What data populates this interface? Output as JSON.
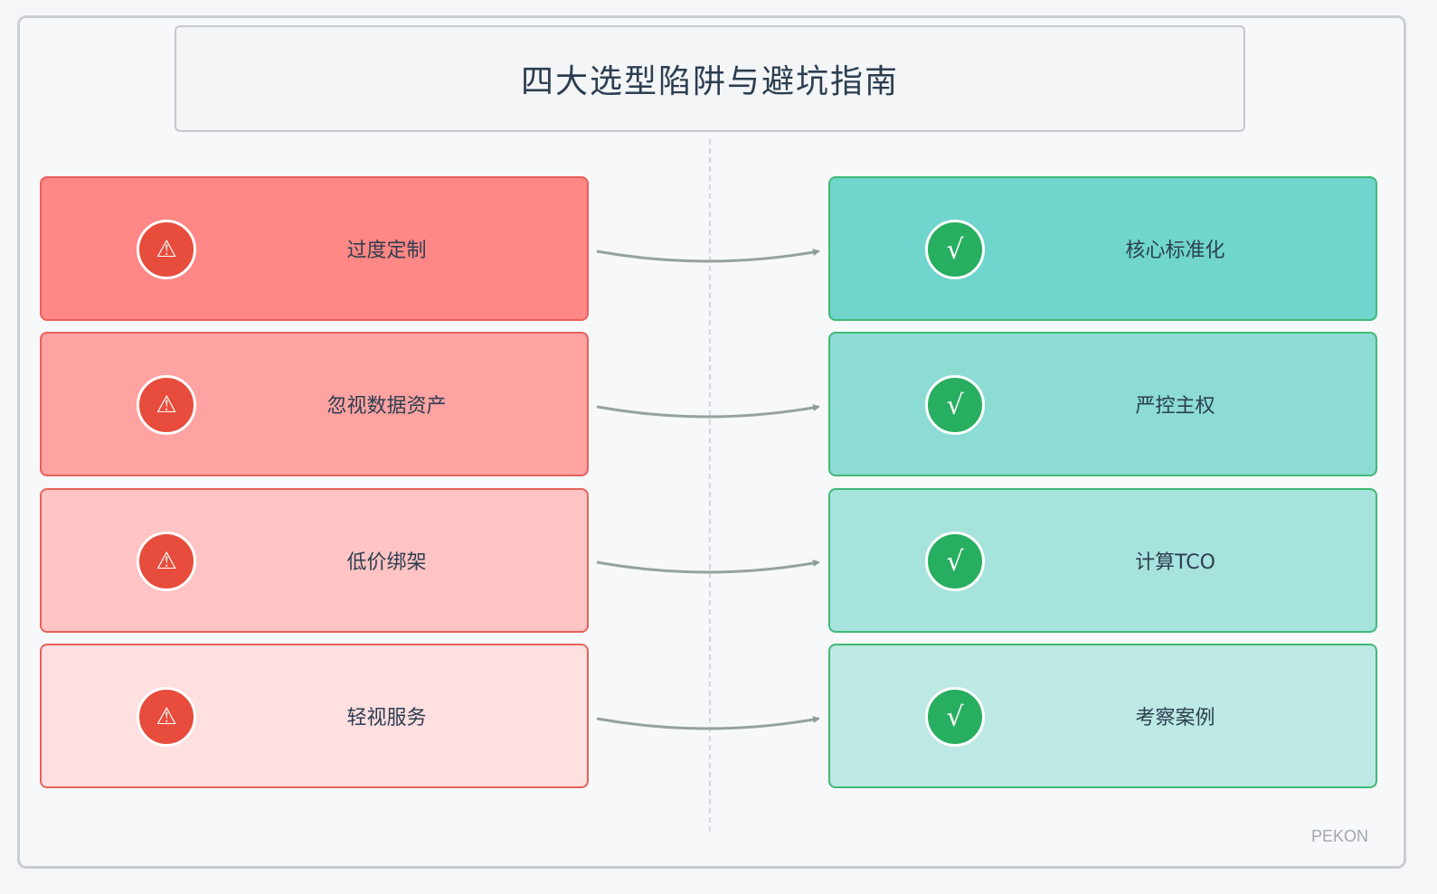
{
  "title": "四大选型陷阱与避坑指南",
  "watermark": "PEKON",
  "icons": {
    "trap": "warning-triangle-icon",
    "tip": "check-icon"
  },
  "traps": [
    {
      "label": "过度定制",
      "color": "#ff8785"
    },
    {
      "label": "忽视数据资产",
      "color": "#ffa3a2"
    },
    {
      "label": "低价绑架",
      "color": "#ffc4c3"
    },
    {
      "label": "轻视服务",
      "color": "#ffdfe0"
    }
  ],
  "tips": [
    {
      "label": "核心标准化",
      "color": "#6fd5cd"
    },
    {
      "label": "严控主权",
      "color": "#8cdcd4"
    },
    {
      "label": "计算TCO",
      "color": "#a7e3dd"
    },
    {
      "label": "考察案例",
      "color": "#bde9e4"
    }
  ],
  "badge_glyphs": {
    "trap": "⚠",
    "tip": "√"
  }
}
